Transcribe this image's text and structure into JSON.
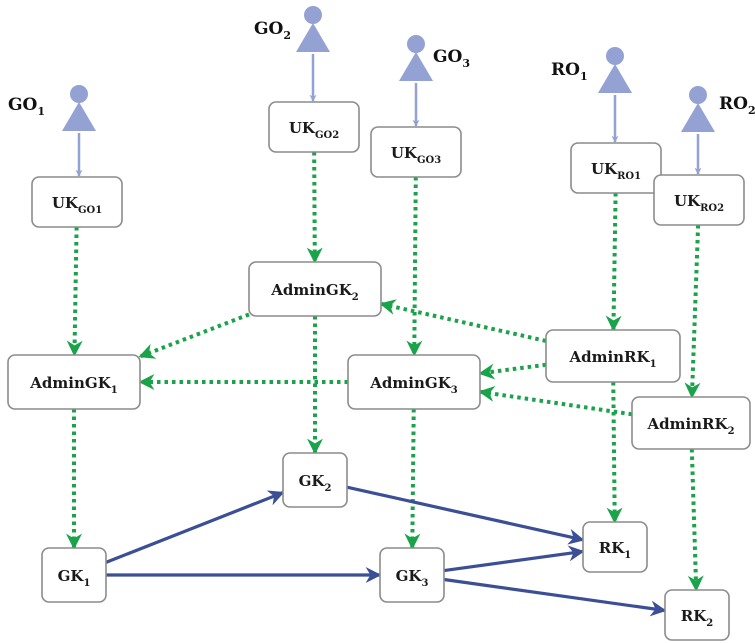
{
  "colors": {
    "person": "#93a2d3",
    "actor_link": "#93a2d3",
    "admin_link": "#1aa34a",
    "key_link": "#3b4f96",
    "node_border": "#8c8c8c",
    "text": "#1a1a1a"
  },
  "actors": [
    {
      "id": "GO1",
      "main": "GO",
      "sub": "1",
      "icon": "person-icon"
    },
    {
      "id": "GO2",
      "main": "GO",
      "sub": "2",
      "icon": "person-icon"
    },
    {
      "id": "GO3",
      "main": "GO",
      "sub": "3",
      "icon": "person-icon"
    },
    {
      "id": "RO1",
      "main": "RO",
      "sub": "1",
      "icon": "person-icon"
    },
    {
      "id": "RO2",
      "main": "RO",
      "sub": "2",
      "icon": "person-icon"
    }
  ],
  "nodes": [
    {
      "id": "UK_GO1",
      "main": "UK",
      "sub": "GO1"
    },
    {
      "id": "UK_GO2",
      "main": "UK",
      "sub": "GO2"
    },
    {
      "id": "UK_GO3",
      "main": "UK",
      "sub": "GO3"
    },
    {
      "id": "UK_RO1",
      "main": "UK",
      "sub": "RO1"
    },
    {
      "id": "UK_RO2",
      "main": "UK",
      "sub": "RO2"
    },
    {
      "id": "AdminGK2",
      "main": "AdminGK",
      "sub": "2"
    },
    {
      "id": "AdminGK1",
      "main": "AdminGK",
      "sub": "1"
    },
    {
      "id": "AdminGK3",
      "main": "AdminGK",
      "sub": "3"
    },
    {
      "id": "AdminRK1",
      "main": "AdminRK",
      "sub": "1"
    },
    {
      "id": "AdminRK2",
      "main": "AdminRK",
      "sub": "2"
    },
    {
      "id": "GK2",
      "main": "GK",
      "sub": "2"
    },
    {
      "id": "GK1",
      "main": "GK",
      "sub": "1"
    },
    {
      "id": "GK3",
      "main": "GK",
      "sub": "3"
    },
    {
      "id": "RK1",
      "main": "RK",
      "sub": "1"
    },
    {
      "id": "RK2",
      "main": "RK",
      "sub": "2"
    }
  ],
  "edges": [
    {
      "from": "GO1",
      "to": "UK_GO1",
      "style": "actor"
    },
    {
      "from": "GO2",
      "to": "UK_GO2",
      "style": "actor"
    },
    {
      "from": "GO3",
      "to": "UK_GO3",
      "style": "actor"
    },
    {
      "from": "RO1",
      "to": "UK_RO1",
      "style": "actor"
    },
    {
      "from": "RO2",
      "to": "UK_RO2",
      "style": "actor"
    },
    {
      "from": "UK_GO1",
      "to": "AdminGK1",
      "style": "admin"
    },
    {
      "from": "UK_GO2",
      "to": "AdminGK2",
      "style": "admin"
    },
    {
      "from": "UK_GO3",
      "to": "AdminGK3",
      "style": "admin"
    },
    {
      "from": "UK_RO1",
      "to": "AdminRK1",
      "style": "admin"
    },
    {
      "from": "UK_RO2",
      "to": "AdminRK2",
      "style": "admin"
    },
    {
      "from": "AdminRK1",
      "to": "AdminGK2",
      "style": "admin"
    },
    {
      "from": "AdminGK2",
      "to": "AdminGK1",
      "style": "admin"
    },
    {
      "from": "AdminGK3",
      "to": "AdminGK1",
      "style": "admin"
    },
    {
      "from": "AdminRK1",
      "to": "AdminGK3",
      "style": "admin"
    },
    {
      "from": "AdminRK2",
      "to": "AdminGK3",
      "style": "admin"
    },
    {
      "from": "AdminGK2",
      "to": "GK2",
      "style": "admin"
    },
    {
      "from": "AdminGK1",
      "to": "GK1",
      "style": "admin"
    },
    {
      "from": "AdminGK3",
      "to": "GK3",
      "style": "admin"
    },
    {
      "from": "AdminRK1",
      "to": "RK1",
      "style": "admin"
    },
    {
      "from": "AdminRK2",
      "to": "RK2",
      "style": "admin"
    },
    {
      "from": "GK1",
      "to": "GK2",
      "style": "key"
    },
    {
      "from": "GK1",
      "to": "GK3",
      "style": "key"
    },
    {
      "from": "GK2",
      "to": "RK1",
      "style": "key"
    },
    {
      "from": "GK3",
      "to": "RK1",
      "style": "key"
    },
    {
      "from": "GK3",
      "to": "RK2",
      "style": "key"
    }
  ]
}
